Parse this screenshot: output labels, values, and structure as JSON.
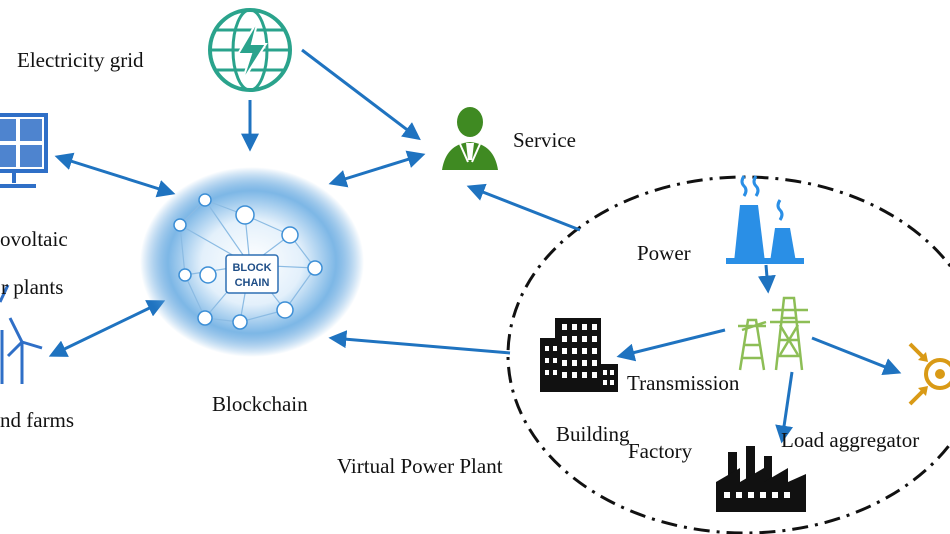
{
  "labels": {
    "electricity_grid": "Electricity grid",
    "service": "Service",
    "photovoltaic_line1": "ovoltaic",
    "photovoltaic_line2": "r plants",
    "wind_farms": "nd farms",
    "blockchain": "Blockchain",
    "virtual_power_plant": "Virtual Power Plant",
    "power": "Power",
    "transmission": "Transmission",
    "building": "Building",
    "load_aggregator": "Load aggregator",
    "factory": "Factory",
    "blockchain_badge_line1": "BLOCK",
    "blockchain_badge_line2": "CHAIN"
  },
  "colors": {
    "arrow": "#1f73c0",
    "grid_icon": "#2aa38c",
    "service_person": "#3f8a22",
    "pv_panel": "#2f6fc7",
    "power_plant": "#2a8fe6",
    "tower": "#8dbe56",
    "aggregator": "#d99a16",
    "blockchain_glow": "#3d8fd6",
    "black_icon": "#111111"
  },
  "icons": [
    "lightning-globe-icon",
    "service-person-icon",
    "solar-panel-icon",
    "wind-turbine-icon",
    "blockchain-network-icon",
    "power-plant-icon",
    "transmission-tower-icon",
    "building-icon",
    "factory-icon",
    "load-aggregator-icon"
  ]
}
